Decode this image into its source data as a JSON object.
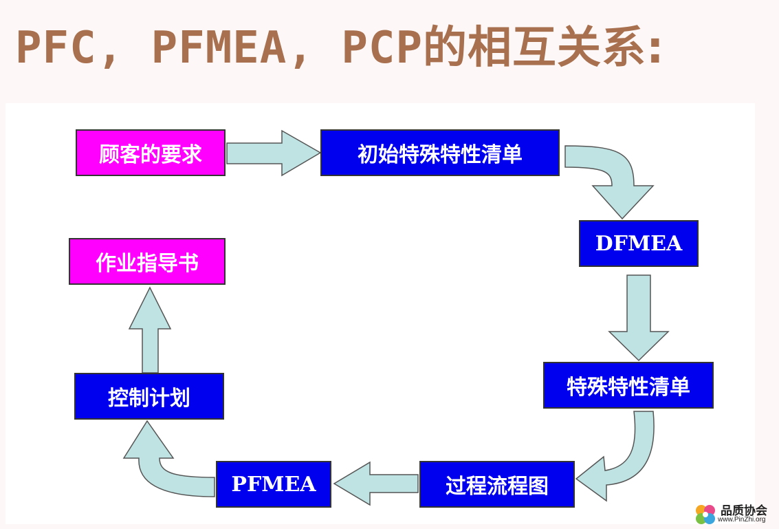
{
  "title": {
    "latin": "PFC, PFMEA, PCP",
    "cjk": "的相互关系:"
  },
  "diagram": {
    "nodes": [
      {
        "id": "customer",
        "label": "顾客的要求",
        "color": "#ff00ff"
      },
      {
        "id": "initial-sc",
        "label": "初始特殊特性清单",
        "color": "#0000ee"
      },
      {
        "id": "dfmea",
        "label": "DFMEA",
        "color": "#0000ee"
      },
      {
        "id": "sc-list",
        "label": "特殊特性清单",
        "color": "#0000ee"
      },
      {
        "id": "flow-chart",
        "label": "过程流程图",
        "color": "#0000ee"
      },
      {
        "id": "pfmea",
        "label": "PFMEA",
        "color": "#0000ee"
      },
      {
        "id": "control-plan",
        "label": "控制计划",
        "color": "#0000ee"
      },
      {
        "id": "work-instruction",
        "label": "作业指导书",
        "color": "#ff00ff"
      }
    ],
    "edges": [
      {
        "from": "customer",
        "to": "initial-sc"
      },
      {
        "from": "initial-sc",
        "to": "dfmea"
      },
      {
        "from": "dfmea",
        "to": "sc-list"
      },
      {
        "from": "sc-list",
        "to": "flow-chart"
      },
      {
        "from": "flow-chart",
        "to": "pfmea"
      },
      {
        "from": "pfmea",
        "to": "control-plan"
      },
      {
        "from": "control-plan",
        "to": "work-instruction"
      }
    ],
    "arrow_color": "#bfe3e3"
  },
  "logo": {
    "name": "品质协会",
    "url": "www.PinZhi.org",
    "icon": "flower-logo-icon"
  }
}
